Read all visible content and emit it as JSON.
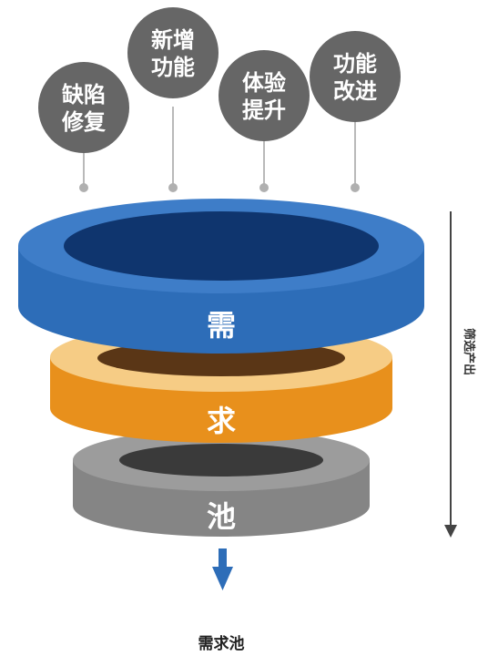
{
  "bubbles": [
    {
      "line1": "缺陷",
      "line2": "修复"
    },
    {
      "line1": "新增",
      "line2": "功能"
    },
    {
      "line1": "体验",
      "line2": "提升"
    },
    {
      "line1": "功能",
      "line2": "改进"
    }
  ],
  "layers": [
    {
      "label": "需"
    },
    {
      "label": "求"
    },
    {
      "label": "池"
    }
  ],
  "side_label": "筛选产出",
  "caption": "需求池",
  "colors": {
    "bubble": "#666666",
    "blue_top": "#3e7dc8",
    "blue_side": "#2d6db8",
    "blue_inner": "#0f356e",
    "orange_top": "#f6cc85",
    "orange_side": "#e8901c",
    "orange_inner": "#5a3616",
    "gray_top": "#9c9c9c",
    "gray_side": "#858585",
    "gray_inner": "#3a3a3a",
    "arrow": "#2d6db8"
  }
}
